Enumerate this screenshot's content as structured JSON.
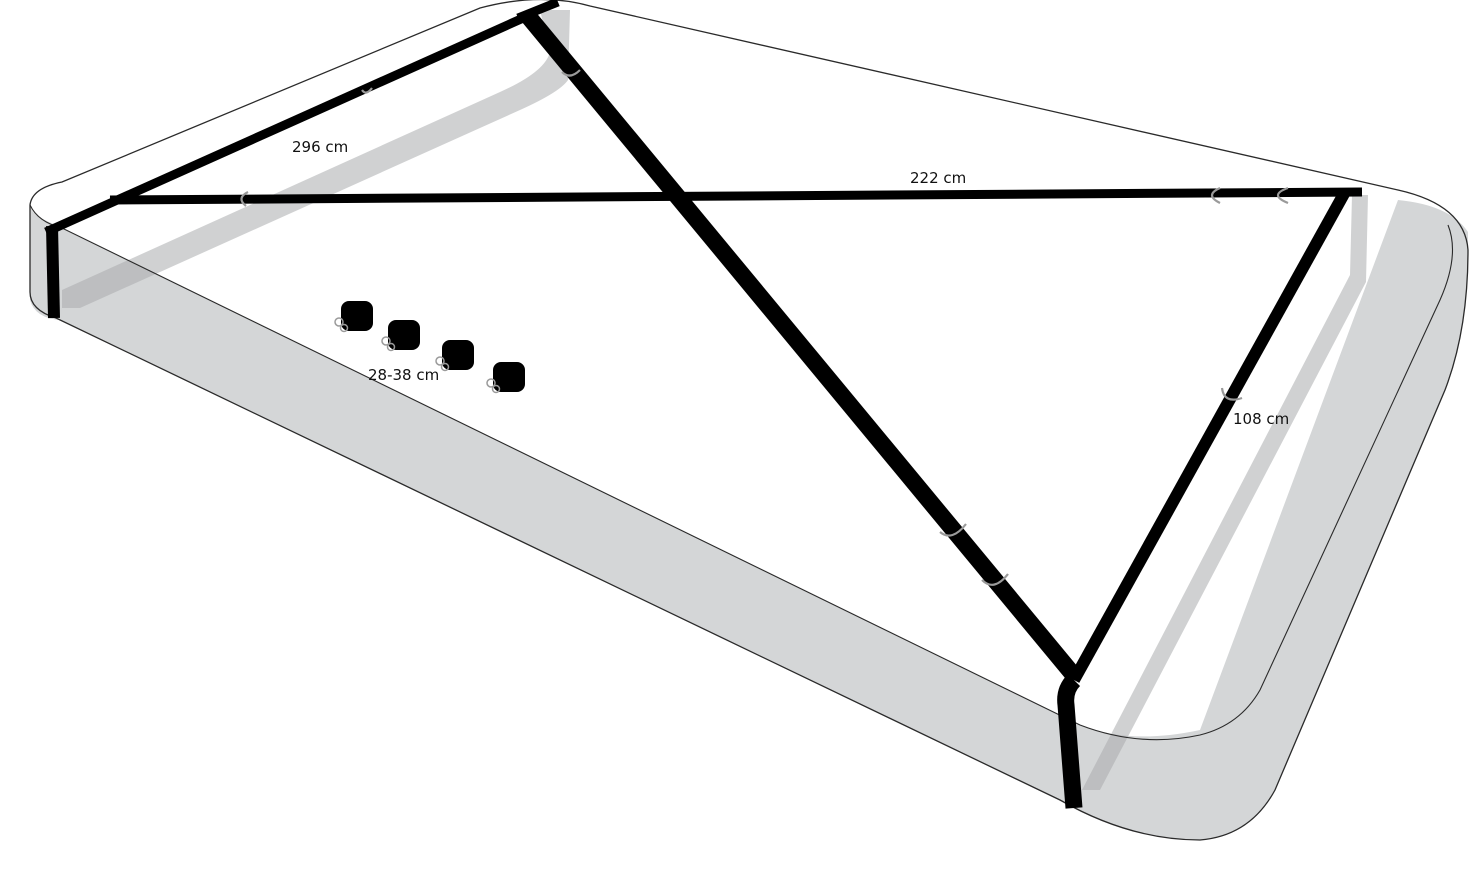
{
  "colors": {
    "background": "#ffffff",
    "mattress_side": "#d4d6d7",
    "mattress_shadow": "#a9abad",
    "mattress_outline": "#2a2a2a",
    "strap": "#000000",
    "ring": "#9a9a9a",
    "label_text": "#111111"
  },
  "objects": {
    "mattress": "mattress",
    "straps": [
      "left-long-strap",
      "cross-strap",
      "diagonal-strap",
      "right-short-strap"
    ],
    "cuffs": [
      "cuff",
      "cuff",
      "cuff",
      "cuff"
    ]
  },
  "labels": {
    "left_strap_length": "296 cm",
    "cross_strap_length": "222 cm",
    "short_strap_length": "108 cm",
    "cuff_size": "28-38 cm"
  }
}
